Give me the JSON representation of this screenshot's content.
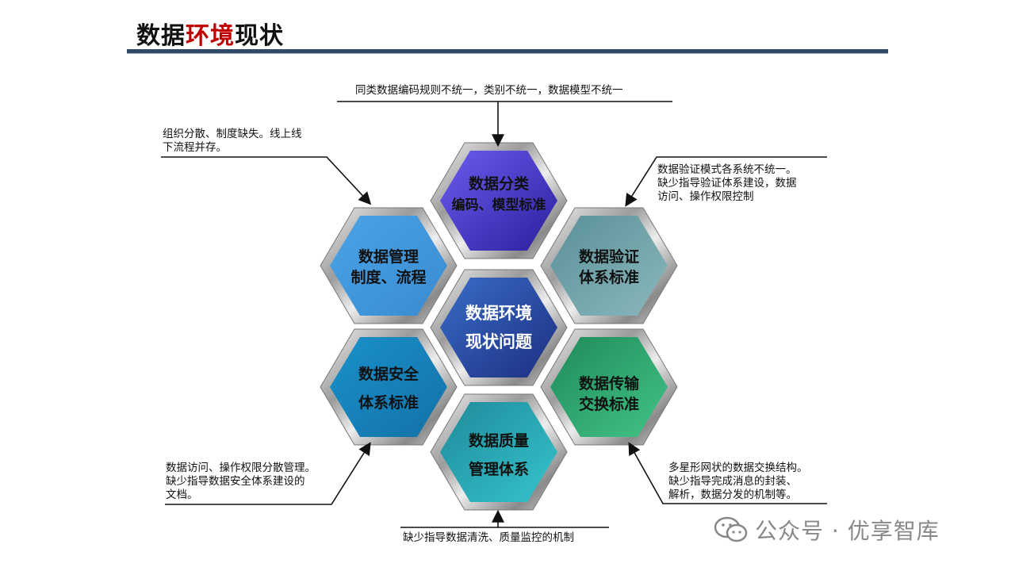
{
  "header": {
    "title_part1": "数据",
    "title_part2": "环境",
    "title_part3": "现状"
  },
  "hexagons": [
    {
      "id": "center",
      "line1": "数据环境",
      "line2": "现状问题"
    },
    {
      "id": "top",
      "line1": "数据分类",
      "line2": "编码、模型标准"
    },
    {
      "id": "upper-left",
      "line1": "数据管理",
      "line2": "制度、流程"
    },
    {
      "id": "upper-right",
      "line1": "数据验证",
      "line2": "体系标准"
    },
    {
      "id": "lower-left",
      "line1": "数据安全",
      "line2": "体系标准"
    },
    {
      "id": "lower-right",
      "line1": "数据传输",
      "line2": "交换标准"
    },
    {
      "id": "bottom",
      "line1": "数据质量",
      "line2": "管理体系"
    }
  ],
  "annotations": {
    "top": "同类数据编码规则不统一，类别不统一，数据模型不统一",
    "upper_left_1": "组织分散、制度缺失。线上线",
    "upper_left_2": "下流程并存。",
    "upper_right_1": "数据验证模式各系统不统一。",
    "upper_right_2": "缺少指导验证体系建设，数据",
    "upper_right_3": "访问、操作权限控制",
    "lower_left_1": "数据访问、操作权限分散管理。",
    "lower_left_2": "缺少指导数据安全体系建设的",
    "lower_left_3": "文档。",
    "lower_right_1": "多星形网状的数据交换结构。",
    "lower_right_2": "缺少指导完成消息的封装、",
    "lower_right_3": "解析，数据分发的机制等。",
    "bottom": "缺少指导数据清洗、质量监控的机制"
  },
  "watermark": {
    "text": "公众号 · 优享智库",
    "icon": "wechat-icon"
  },
  "colors": {
    "center": "#2f57b0",
    "top": "#4b3fd4",
    "upper_left": "#3e94d8",
    "upper_right": "#5e8f99",
    "lower_left": "#1a86bf",
    "lower_right": "#2ea56a",
    "bottom": "#2aa9b5",
    "title_accent": "#c00000",
    "rule": "#2e4a66"
  }
}
